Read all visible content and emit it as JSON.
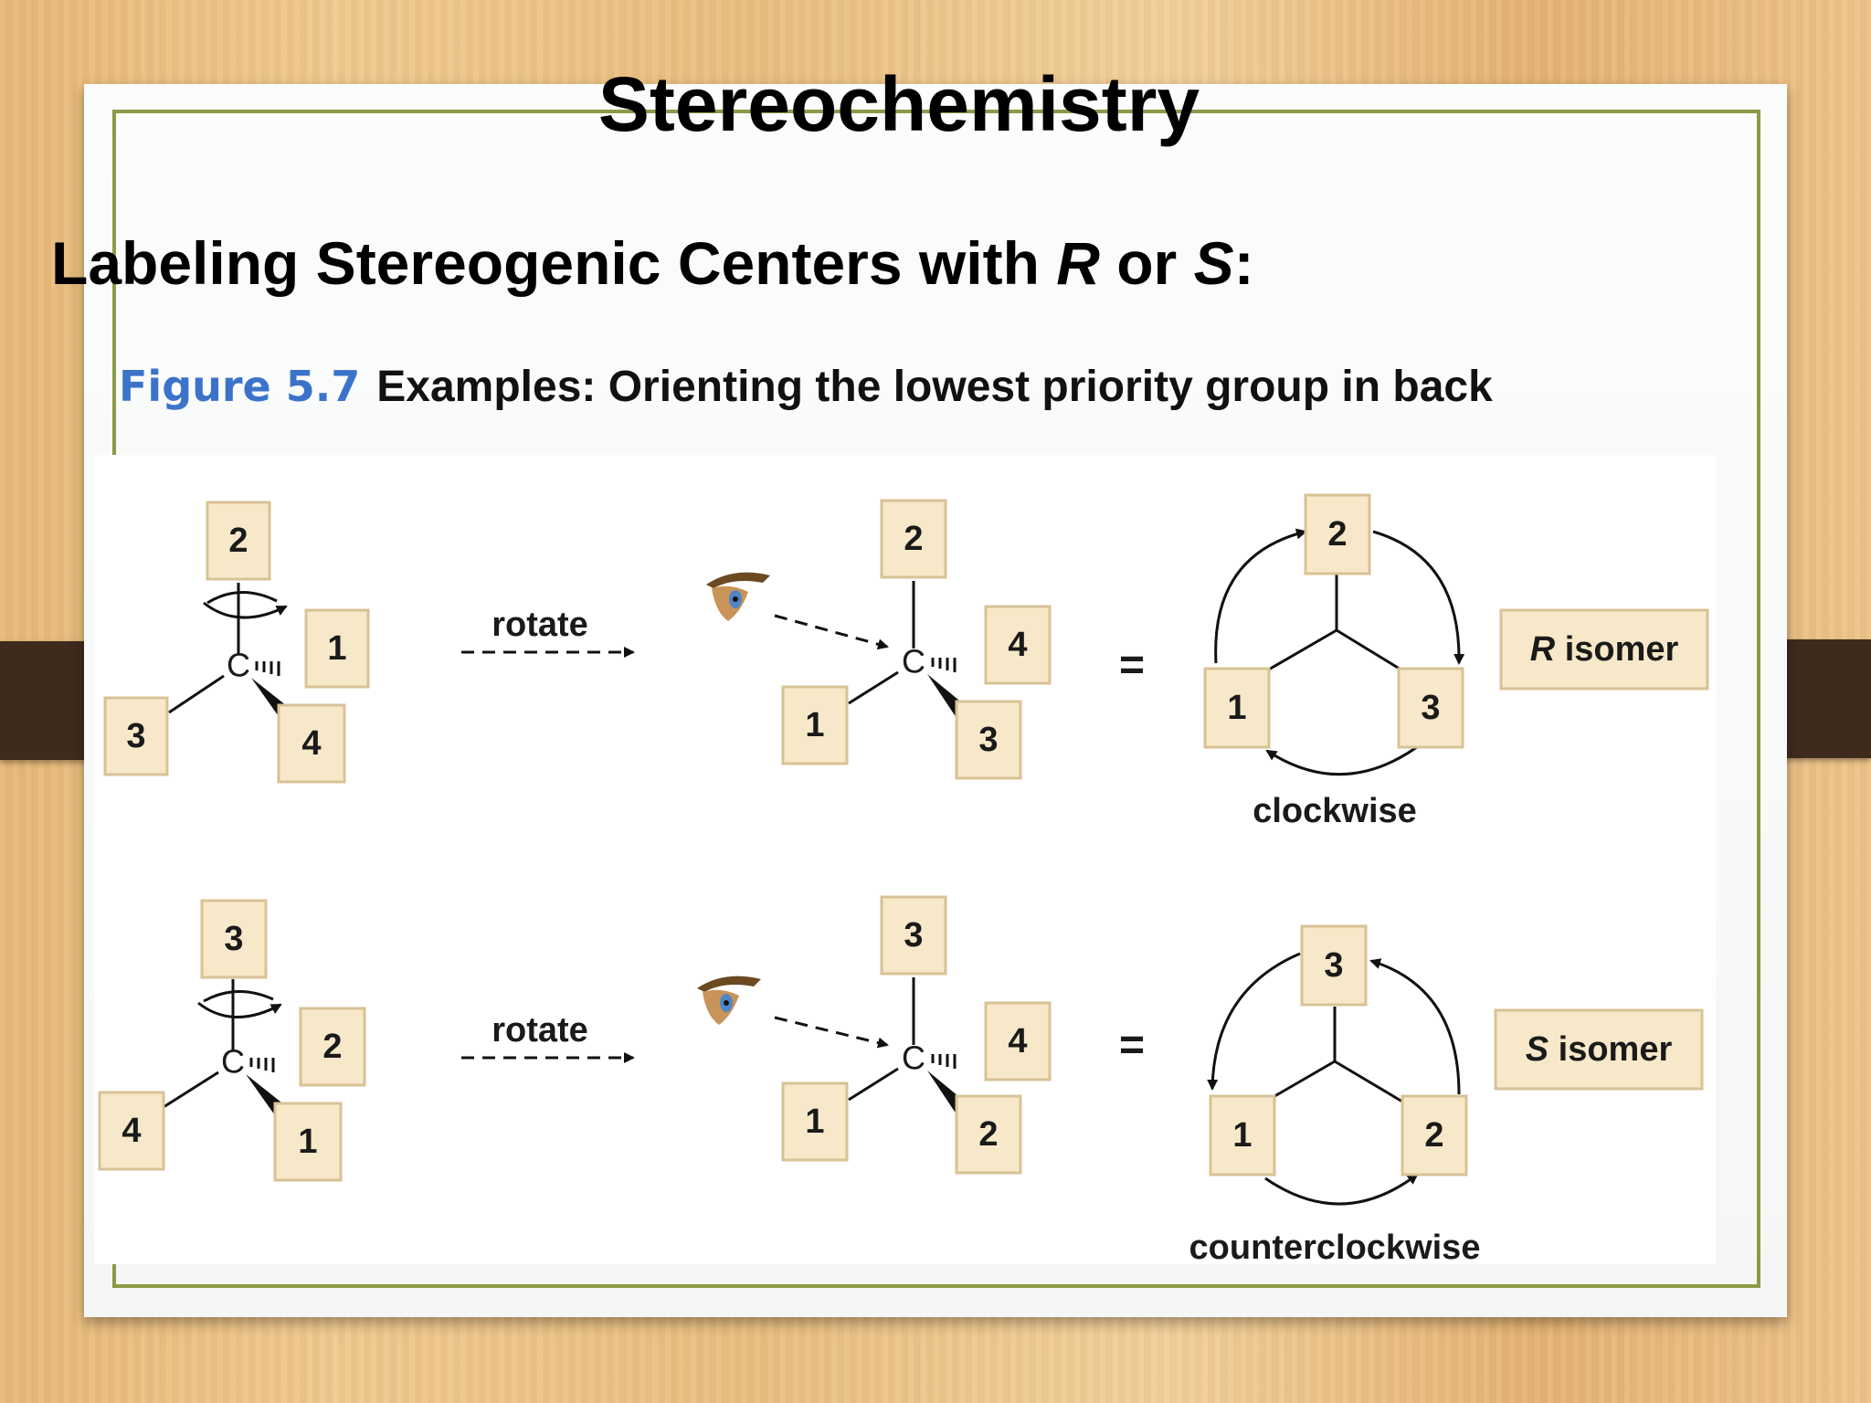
{
  "slide": {
    "title": "Stereochemistry",
    "heading_pre": "Labeling Stereogenic Centers with ",
    "heading_r": "R",
    "heading_mid": " or ",
    "heading_s": "S",
    "heading_post": ":",
    "figure_number": "Figure 5.7",
    "figure_caption": "Examples: Orienting the lowest priority group in back"
  },
  "colors": {
    "frame": "#8a9a46",
    "figure_number": "#3a73c9",
    "priority_box_fill": "#f6e8c8",
    "clip": "#3e2b1e"
  },
  "diagram": {
    "rotate_label": "rotate",
    "equals": "=",
    "carbon": "C",
    "row1": {
      "before": {
        "top": "2",
        "right": "1",
        "left": "3",
        "wedge": "4"
      },
      "after": {
        "top": "2",
        "right": "4",
        "left": "1",
        "wedge": "3"
      },
      "newman": {
        "top": "2",
        "left": "1",
        "right": "3"
      },
      "direction": "clockwise",
      "result_letter": "R",
      "result_word": " isomer"
    },
    "row2": {
      "before": {
        "top": "3",
        "right": "2",
        "left": "4",
        "wedge": "1"
      },
      "after": {
        "top": "3",
        "right": "4",
        "left": "1",
        "wedge": "2"
      },
      "newman": {
        "top": "3",
        "left": "1",
        "right": "2"
      },
      "direction": "counterclockwise",
      "result_letter": "S",
      "result_word": " isomer"
    }
  }
}
